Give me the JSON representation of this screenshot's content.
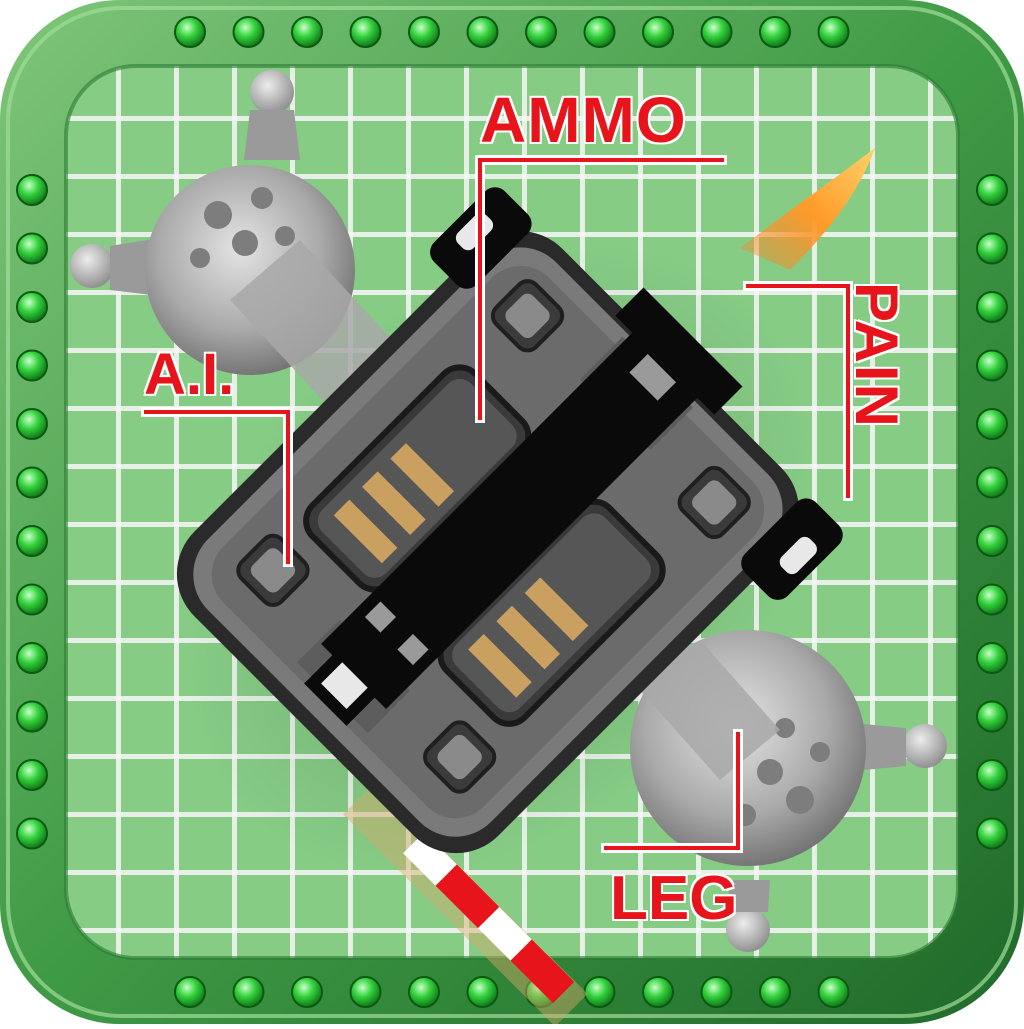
{
  "labels": {
    "ammo": "AMMO",
    "ai": "A.I.",
    "pain": "PAIN",
    "leg": "LEG"
  },
  "icons": {
    "frame": "riveted-green-frame",
    "grid": "green-grid-floor",
    "robot": "mech-robot-topdown",
    "rivet": "green-rivet-icon",
    "foot": "spherical-foot-icon",
    "flame": "muzzle-flame-icon"
  },
  "colors": {
    "label_red": "#e8141c",
    "frame_green": "#2f8f3a",
    "grid_green": "#8bd38a",
    "robot_gray": "#6d6d6d",
    "cannon_black": "#0a0a0a"
  }
}
